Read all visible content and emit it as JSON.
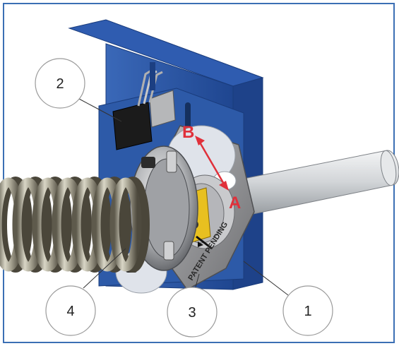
{
  "callouts": [
    {
      "id": "1",
      "label": "1"
    },
    {
      "id": "2",
      "label": "2"
    },
    {
      "id": "3",
      "label": "3"
    },
    {
      "id": "4",
      "label": "4"
    }
  ],
  "annotations": {
    "point_a": "A",
    "point_b": "B",
    "patent": "PATENT PENDING"
  },
  "colors": {
    "frame": "#3b6fb4",
    "bracket": "#2d5aa8",
    "spring": "#8c8878",
    "shaft": "#c9ccd0",
    "accent_red": "#e0303a",
    "yellow": "#e8c020"
  }
}
